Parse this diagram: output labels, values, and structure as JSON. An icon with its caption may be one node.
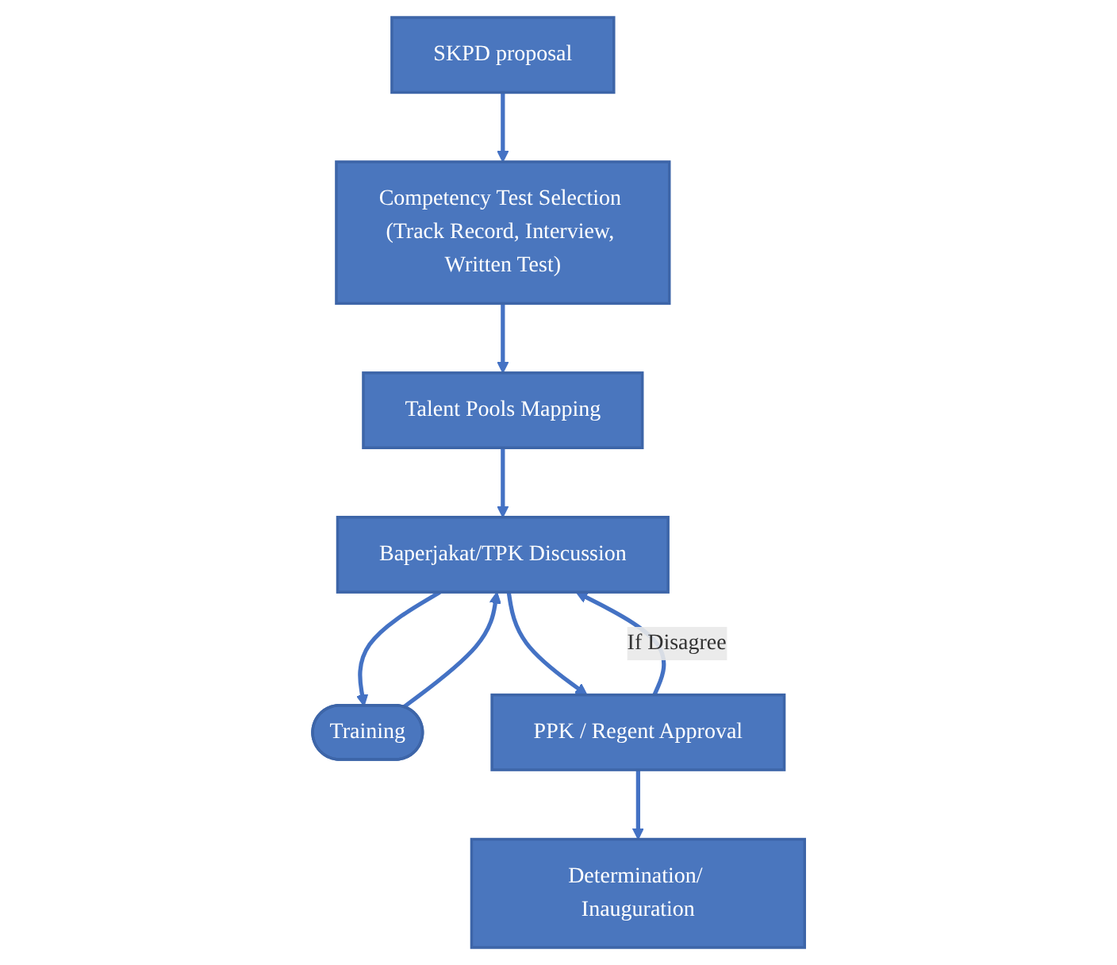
{
  "diagram": {
    "nodes": [
      {
        "text": [
          "SKPD proposal"
        ]
      },
      {
        "text": [
          "Competency Test Selection (Track Record, Interview, Written Test)"
        ]
      },
      {
        "text": [
          "Talent Pools Mapping"
        ]
      },
      {
        "text": [
          "Training"
        ]
      },
      {
        "text": [
          "Baperjakat/TPK Discussion"
        ]
      },
      {
        "text": [
          "PPK / Regent Approval"
        ]
      },
      {
        "text": [
          "Determination/ Inauguration"
        ]
      }
    ],
    "edges": [
      {
        "from": 0,
        "to": 1,
        "arrow": "to"
      },
      {
        "from": 1,
        "to": 2,
        "arrow": "to"
      },
      {
        "from": 2,
        "to": 4,
        "arrow": "to"
      },
      {
        "from": 3,
        "to": 4,
        "arrow": "to"
      },
      {
        "from": 4,
        "to": 3,
        "arrow": "to"
      },
      {
        "from": 4,
        "to": 5,
        "arrow": "to"
      },
      {
        "from": 5,
        "to": 4,
        "arrow": "to",
        "label": "If Disagree"
      },
      {
        "from": 5,
        "to": 6,
        "arrow": "to"
      }
    ]
  }
}
